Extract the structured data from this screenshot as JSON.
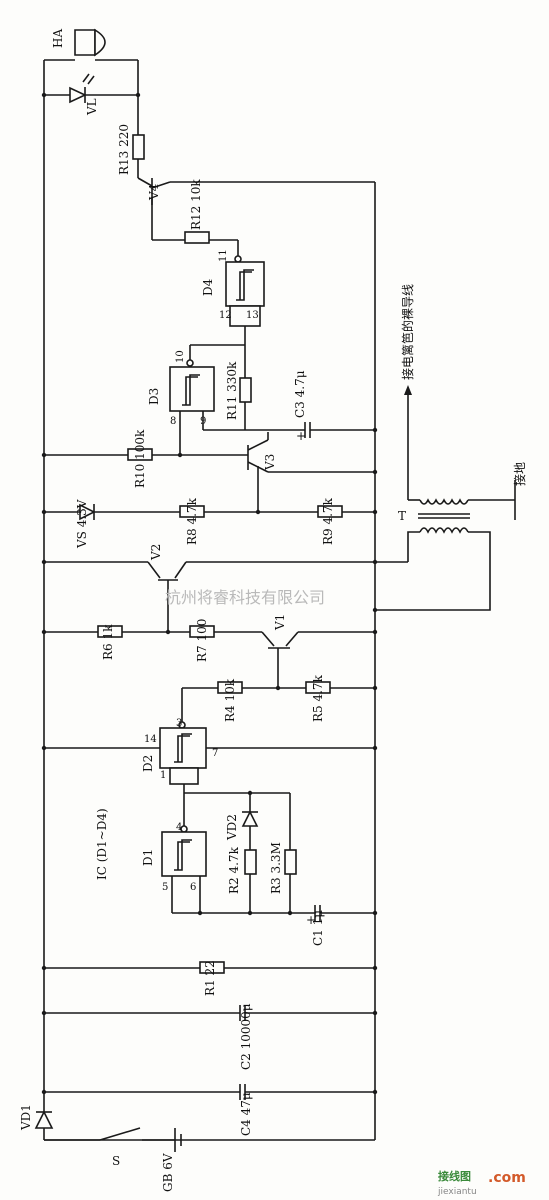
{
  "labels": {
    "HA": "HA",
    "VL": "VL",
    "R13": "R13 220",
    "V4": "V4",
    "R12": "R12 10k",
    "D4": "D4",
    "D3": "D3",
    "R11": "R11 330k",
    "C3": "C3 4.7μ",
    "plus": "+",
    "R10": "R10 100k",
    "V3": "V3",
    "VS": "VS 4.3V",
    "R8": "R8 4.7k",
    "R9": "R9 4.7k",
    "V2": "V2",
    "T": "T",
    "ground": "接地",
    "bare_wire": "接电篱笆的裸导线",
    "R6": "R6 1k",
    "R7": "R7 100",
    "V1": "V1",
    "R4": "R4 10k",
    "R5": "R5 4.7k",
    "D2": "D2",
    "D1": "D1",
    "VD2": "VD2",
    "R2": "R2 4.7k",
    "R3": "R3 3.3M",
    "C1": "C1 1μ",
    "IC": "IC (D1~D4)",
    "R1": "R1 22",
    "C2": "C2 10000μ",
    "C4": "C4 47μ",
    "VD1": "VD1",
    "S": "S",
    "GB": "GB 6V"
  },
  "pins": {
    "d4_out": "11",
    "d4_in1": "12",
    "d4_in2": "13",
    "d3_out": "10",
    "d3_in1": "8",
    "d3_in2": "9",
    "d2_out": "3",
    "d2_vcc": "14",
    "d2_gnd": "7",
    "d2_in": "1",
    "d1_out": "4",
    "d1_in1": "5",
    "d1_in2": "6"
  },
  "watermark": {
    "company": "杭州将睿科技有限公司"
  },
  "logo": {
    "cn": "接线图",
    "com": ".com",
    "domain": "jiexiantu"
  }
}
